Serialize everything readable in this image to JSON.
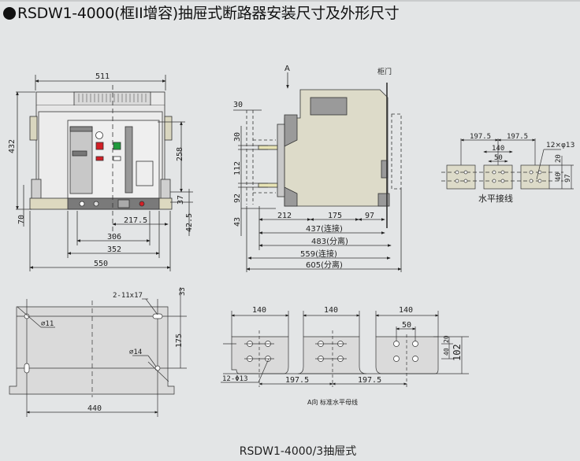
{
  "page": {
    "title": "RSDW1-4000(框II增容)抽屉式断路器安装尺寸及外形尺寸",
    "caption": "RSDW1-4000/3抽屉式"
  },
  "colors": {
    "background": "#e3e5e6",
    "body_fill": "#dddbc9",
    "panel_gray": "#9a9a9a",
    "red_button": "#d21f26",
    "green_button": "#1f9a3c"
  },
  "front_view": {
    "dims": {
      "width_top": "511",
      "height_total": "432",
      "height_258": "258",
      "height_37": "37",
      "height_70": "70",
      "height_42_5": "42.5",
      "w_217_5": "217.5",
      "w_306": "306",
      "w_352": "352",
      "w_550": "550"
    }
  },
  "side_view": {
    "arrow_label": "A",
    "door_label": "柜门",
    "dims": {
      "d30_top": "30",
      "d30": "30",
      "d112": "112",
      "d92": "92",
      "d43": "43",
      "d212": "212",
      "d175": "175",
      "d97": "97",
      "d437": "437(连接)",
      "d483": "483(分离)",
      "d559": "559(连接)",
      "d605": "605(分离)"
    }
  },
  "horizontal_wiring": {
    "label": "水平接线",
    "dims": {
      "pitch1": "197.5",
      "pitch2": "197.5",
      "width140": "140",
      "w50": "50",
      "holes": "12×φ13",
      "h20": "20",
      "h40": "40",
      "h97": "97"
    }
  },
  "mounting_view": {
    "dims": {
      "slot": "2-11x17",
      "hole11": "⌀11",
      "hole14": "⌀14",
      "h33": "33",
      "h175": "175",
      "w440": "440"
    }
  },
  "busbar_view": {
    "label": "A向  标准水平母线",
    "dims": {
      "w140_a": "140",
      "w140_b": "140",
      "w140_c": "140",
      "w50": "50",
      "h20": "20",
      "h40": "40",
      "h102": "102",
      "holes": "12-Φ13",
      "pitch1": "197.5",
      "pitch2": "197.5"
    }
  }
}
